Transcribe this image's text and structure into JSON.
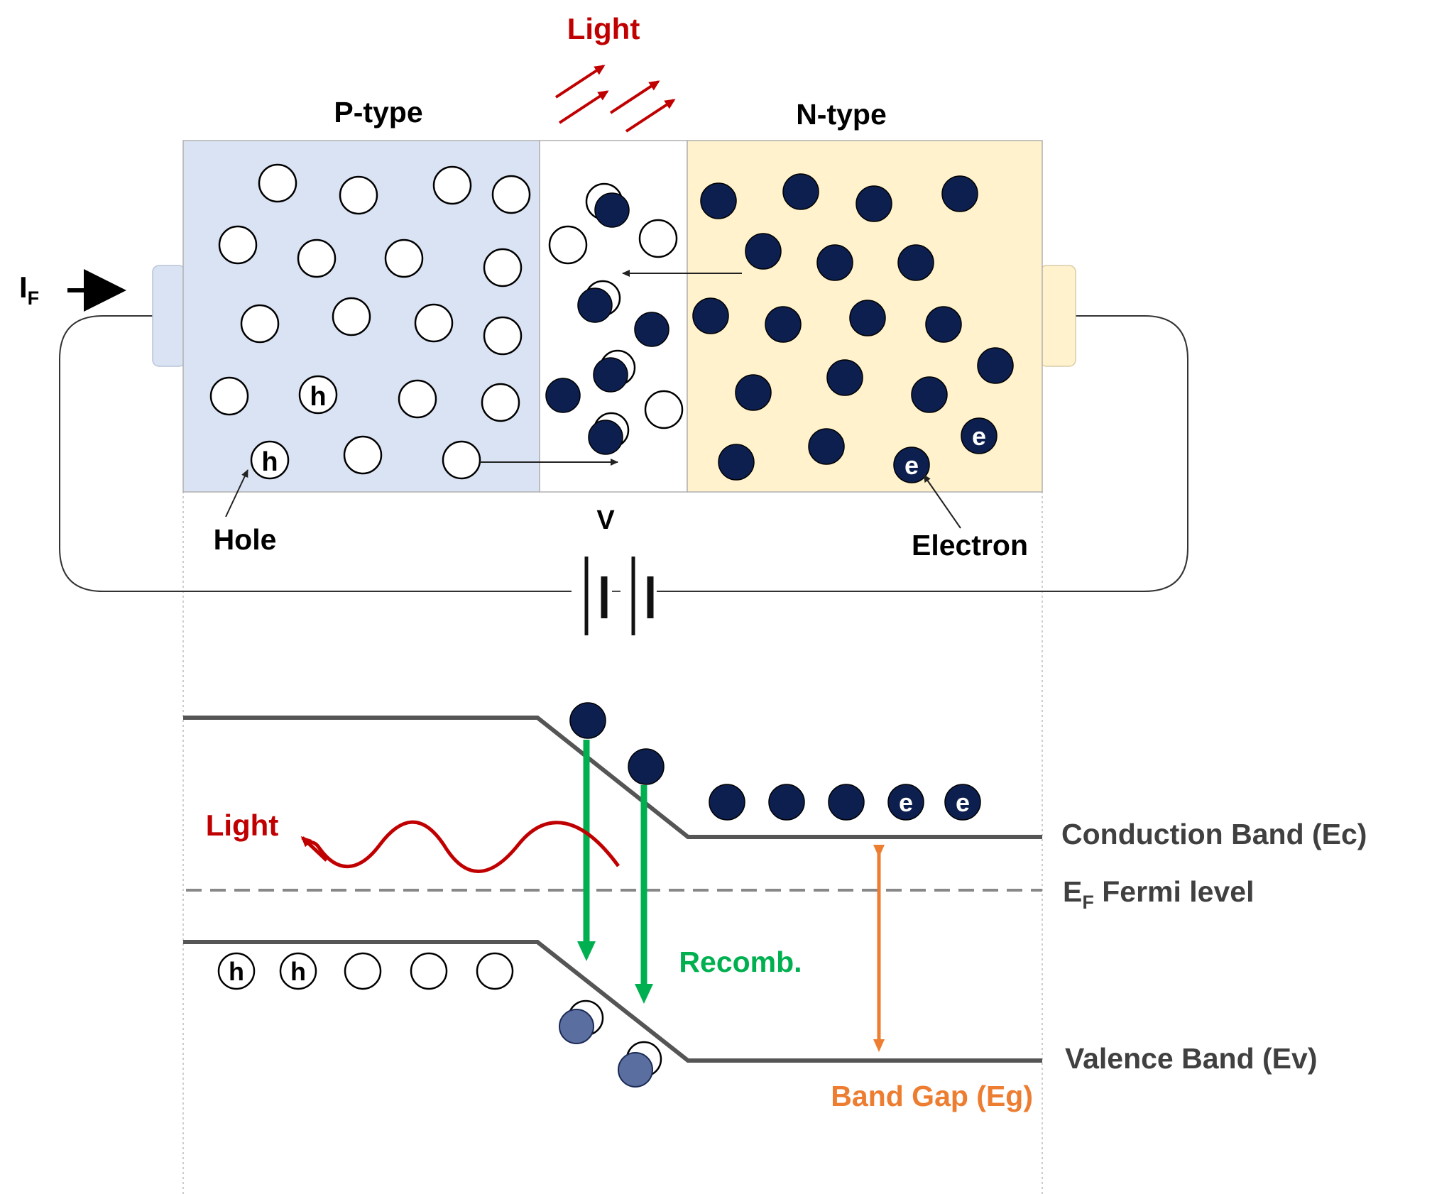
{
  "labels": {
    "light_top": "Light",
    "p_type": "P-type",
    "n_type": "N-type",
    "current_main": "I",
    "current_sub": "F",
    "hole": "Hole",
    "voltage": "V",
    "electron": "Electron",
    "light_band": "Light",
    "recomb": "Recomb.",
    "conduction_band": "Conduction Band (Ec)",
    "fermi_main": "E",
    "fermi_sub": "F",
    "fermi_rest": " Fermi level",
    "valence_band": "Valence Band (Ev)",
    "band_gap": "Band Gap (Eg)",
    "hole_symbol": "h",
    "electron_symbol": "e"
  },
  "colors": {
    "p_region": "#dae3f3",
    "n_region": "#fff2cc",
    "depletion": "#ffffff",
    "electron": "#0d1f4f",
    "electron_faded": "#5a6fa0",
    "band_line": "#555555",
    "light": "#c00000",
    "recomb": "#00b050",
    "band_gap": "#ed7d31",
    "contact": "#dae3f3"
  }
}
